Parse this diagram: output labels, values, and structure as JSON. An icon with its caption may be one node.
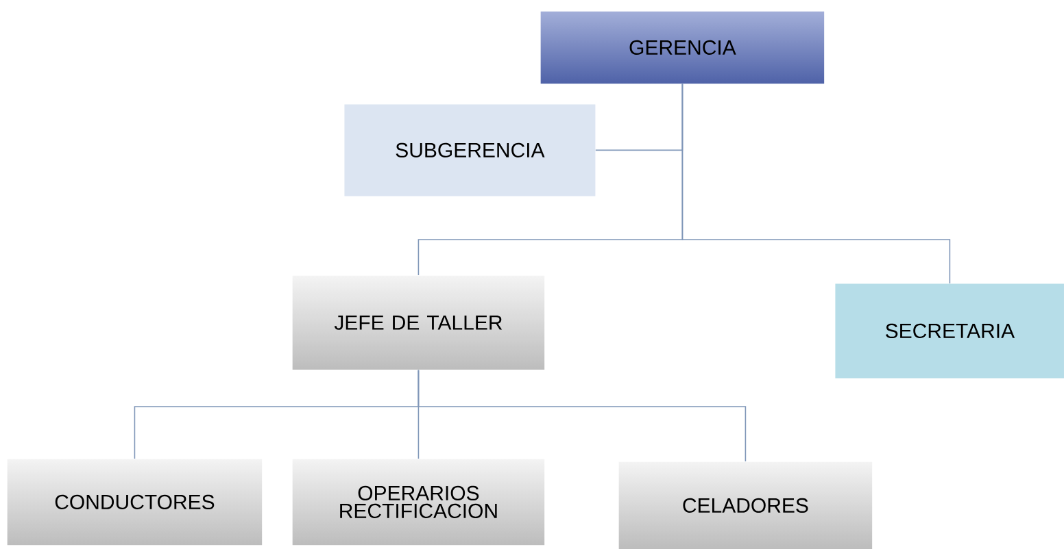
{
  "diagram": {
    "nodes": [
      {
        "text": [
          "GERENCIA"
        ]
      },
      {
        "text": [
          "SUBGERENCIA"
        ]
      },
      {
        "text": [
          "JEFE DE TALLER"
        ]
      },
      {
        "text": [
          "SECRETARIA"
        ]
      },
      {
        "text": [
          "CONDUCTORES"
        ]
      },
      {
        "text": [
          "OPERARIOS RECTIFICACION"
        ]
      },
      {
        "text": [
          "CELADORES"
        ]
      }
    ],
    "edges": [
      {
        "from": 0,
        "to": 1,
        "arrow": "none"
      },
      {
        "from": 0,
        "to": 2,
        "arrow": "none"
      },
      {
        "from": 0,
        "to": 3,
        "arrow": "none"
      },
      {
        "from": 2,
        "to": 4,
        "arrow": "none"
      },
      {
        "from": 2,
        "to": 5,
        "arrow": "none"
      },
      {
        "from": 2,
        "to": 6,
        "arrow": "none"
      }
    ]
  }
}
